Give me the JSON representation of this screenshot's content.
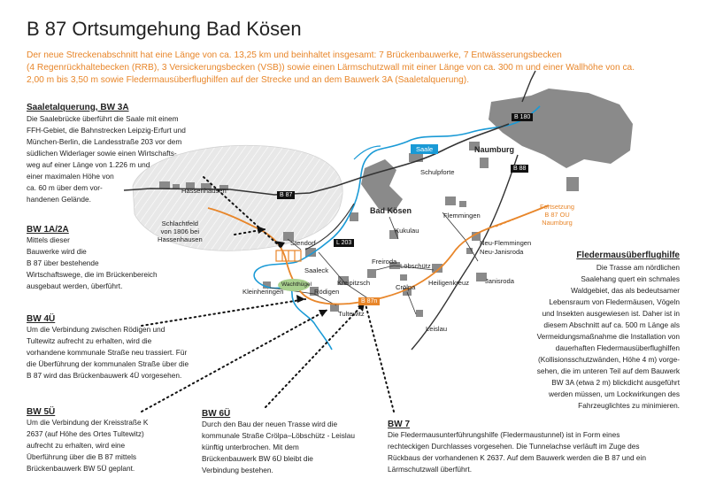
{
  "title": "B 87 Ortsumgehung Bad Kösen",
  "intro": {
    "line1": "Der neue Streckenabschnitt hat eine Länge von ca. 13,25 km und beinhaltet insgesamt: 7 Brückenbauwerke, 7 Entwässerungsbecken",
    "line2": "(4 Regenrückhaltebecken (RRB), 3 Versickerungsbecken (VSB)) sowie einen Lärmschutzwall mit einer Länge von ca. 300 m und einer Wallhöhe von ca.",
    "line3": "2,00 m bis 3,50 m sowie Fledermausüberflughilfen auf der Strecke und an dem Bauwerk 3A (Saaletalquerung)."
  },
  "sections": {
    "saale": {
      "heading": "Saaletalquerung, BW 3A",
      "lines": [
        "Die Saalebrücke überführt die Saale mit einem",
        "FFH-Gebiet, die Bahnstrecken Leipzig-Erfurt und",
        "München-Berlin, die Landesstraße 203 vor dem",
        "südlichen Widerlager sowie einen Wirtschafts-",
        "weg auf einer Länge von 1.226 m und",
        "einer maximalen Höhe von",
        "ca. 60 m über dem vor-",
        "handenen Gelände."
      ]
    },
    "bw1a": {
      "heading": "BW 1A/2A",
      "lines": [
        "Mittels dieser",
        "Bauwerke wird die",
        "B 87 über bestehende",
        "Wirtschaftswege, die im Brückenbereich",
        "ausgebaut werden, überführt."
      ]
    },
    "bw4u": {
      "heading": "BW 4Ü",
      "lines": [
        "Um die Verbindung zwischen Rödigen und",
        "Tultewitz aufrecht zu erhalten, wird die",
        "vorhandene kommunale Straße neu trassiert. Für",
        "die Überführung der kommunalen Straße über die",
        "B 87 wird das Brückenbauwerk 4Ü vorgesehen."
      ]
    },
    "bw5u": {
      "heading": "BW 5Ü",
      "lines": [
        "Um die Verbindung der Kreisstraße K",
        "2637 (auf Höhe des Ortes Tultewitz)",
        "aufrecht zu erhalten, wird eine",
        "Überführung über die B 87 mittels",
        "Brückenbauwerk BW 5Ü geplant."
      ]
    },
    "bw6u": {
      "heading": "BW 6Ü",
      "lines": [
        "Durch den Bau der neuen Trasse wird die",
        "kommunale Straße Crölpa–Löbschütz - Leislau",
        "künftig unterbrochen. Mit dem",
        "Brückenbauwerk BW 6Ü bleibt die",
        "Verbindung bestehen."
      ]
    },
    "bw7": {
      "heading": "BW 7",
      "lines": [
        "Die Fledermausunterführungshilfe (Fledermaustunnel) ist in Form eines",
        "rechteckigen Durchlasses vorgesehen. Die Tunnelachse verläuft im Zuge des",
        "Rückbaus der vorhandenen K 2637. Auf dem Bauwerk werden die B 87 und ein",
        "Lärmschutzwall überführt."
      ]
    },
    "fleder": {
      "heading": "Fledermausüberflughilfe",
      "lines": [
        "Die Trasse am nördlichen",
        "Saalehang quert ein schmales",
        "Waldgebiet, das als bedeutsamer",
        "Lebensraum von Fledermäusen, Vögeln",
        "und Insekten ausgewiesen ist. Daher ist in",
        "diesem Abschnitt auf ca. 500 m Länge als",
        "Vermeidungsmaßnahme die Installation von",
        "dauerhaften Fledermausüberflughilfen",
        "(Kollisionsschutzwänden, Höhe 4 m) vorge-",
        "sehen, die im unteren Teil auf dem Bauwerk",
        "BW 3A (etwa 2 m) blickdicht ausgeführt",
        "werden müssen, um Lockwirkungen des",
        "Fahrzeuglichtes zu minimieren."
      ]
    }
  },
  "map": {
    "places": {
      "hassenhausen": "Hassenhausen",
      "schlachtfeld1": "Schlachtfeld",
      "schlachtfeld2": "von 1806 bei",
      "schlachtfeld3": "Hassenhausen",
      "stendorf": "Stendorf",
      "saaleck": "Saaleck",
      "wachthuegel": "Wachthügel",
      "kleinheringen": "Kleinheringen",
      "roedigen": "Rödigen",
      "kreipitzsch": "Kreipitzsch",
      "tultewitz": "Tultewitz",
      "freiroda": "Freiroda",
      "loebschuetz": "Löbschütz",
      "croelpa": "Crölpa",
      "heiligenkreuz": "Heiligenkreuz",
      "kukulau": "Kukulau",
      "flemmingen": "Flemmingen",
      "neuflemmingen": "Neu-Flemmingen",
      "neujanisroda": "Neu-Janisroda",
      "janisroda": "Janisroda",
      "leislau": "Leislau",
      "schulpforte": "Schulpforte",
      "badkoesen": "Bad Kösen",
      "naumburg": "Naumburg"
    },
    "tags": {
      "b87a": "B 87",
      "l203": "L 203",
      "b87n": "B 87n",
      "b180": "B 180",
      "b88": "B 88",
      "saale": "Saale"
    },
    "fortsetzung": [
      "Fortsetzung",
      "B 87 OU",
      "Naumburg"
    ],
    "colors": {
      "route": "#e8862a",
      "river": "#1a9ad6",
      "road": "#333333",
      "town": "#8a8a8a",
      "forest": "#e3e3e3",
      "wachthuegel": "#a8d08d"
    }
  }
}
